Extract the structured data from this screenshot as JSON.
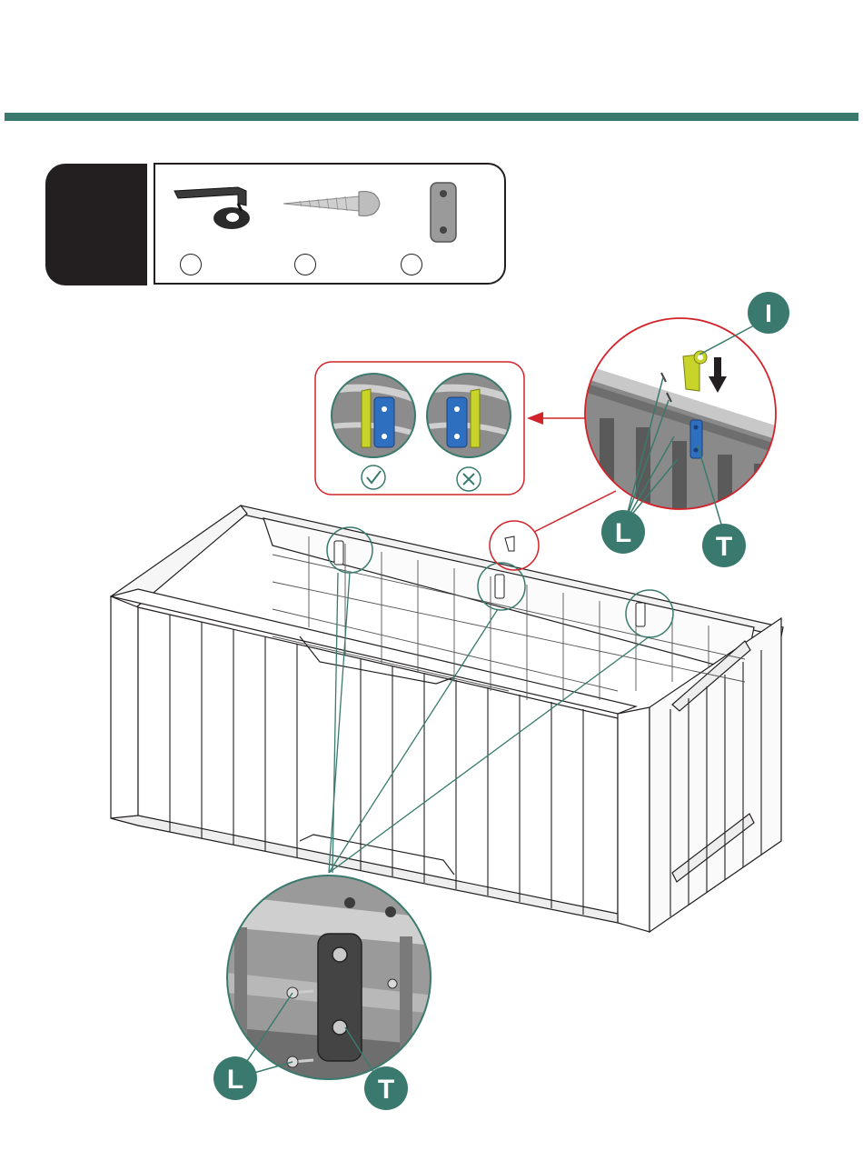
{
  "colors": {
    "accent": "#3a7a6e",
    "highlight_red": "#d2232a",
    "bracket_yellow": "#c8d42a",
    "plate_blue": "#2f6fc0",
    "dark": "#231f20"
  },
  "parts": [
    {
      "icon": "l-bracket-icon",
      "quantity": ""
    },
    {
      "icon": "screw-icon",
      "quantity": ""
    },
    {
      "icon": "plate-icon",
      "quantity": ""
    }
  ],
  "labels": {
    "insert_marker": "I",
    "screw_marker_top": "L",
    "plate_marker_top": "T",
    "screw_marker_bottom": "L",
    "plate_marker_bottom": "T"
  },
  "orientation_check": {
    "correct_icon": "check-circle-icon",
    "incorrect_icon": "cross-circle-icon"
  }
}
